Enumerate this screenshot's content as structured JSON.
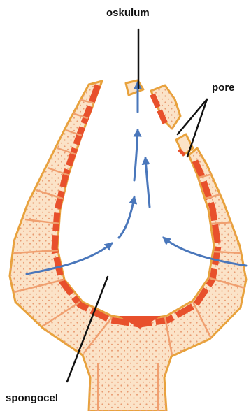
{
  "labels": {
    "osculum": "oskulum",
    "pores": "pore",
    "spongocoel": "spongocel"
  },
  "colors": {
    "outer_wall_stroke": "#e8a23c",
    "cell_fill": "#fbe3c8",
    "cell_stroke": "#f0a070",
    "inner_layer": "#e8502c",
    "dot": "#e89a70",
    "flow_arrow": "#4a77bb",
    "pointer_line": "#111111"
  }
}
